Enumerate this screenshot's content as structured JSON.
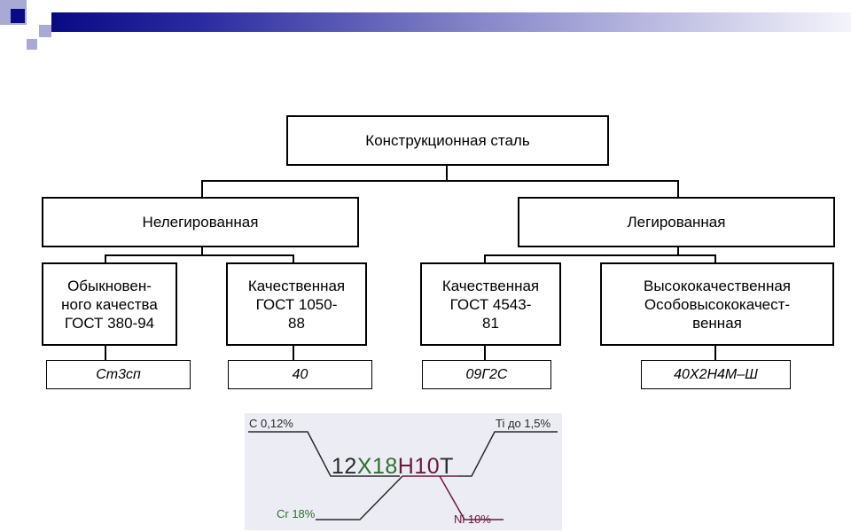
{
  "root": "Конструкционная сталь",
  "groups": {
    "unalloyed": "Нелегированная",
    "alloyed": "Легированная"
  },
  "categories": [
    {
      "title": "Обыкновен-\nного качества\nГОСТ 380-94",
      "example": "Ст3сп"
    },
    {
      "title": "Качественная\nГОСТ 1050-\n88",
      "example": "40"
    },
    {
      "title": "Качественная\nГОСТ 4543-\n81",
      "example": "09Г2С"
    },
    {
      "title": "Высококачественная\nОсобовысококачест-\nвенная",
      "example": "40Х2Н4М–Ш"
    }
  ],
  "marking": {
    "parts": [
      "12",
      "Х18",
      "Н10",
      "Т"
    ],
    "labels": {
      "carbon": "С 0,12%",
      "chromium": "Cr 18%",
      "nickel": "Ni 10%",
      "titanium": "Ti до 1,5%"
    }
  },
  "colors": {
    "banner_start": "#0a0a85",
    "deco_dark": "#0a0a85",
    "deco_light": "#a9a9d6",
    "marking_bg": "#ececf4",
    "chromium": "#2e6e2e",
    "nickel": "#6a1a3a"
  }
}
